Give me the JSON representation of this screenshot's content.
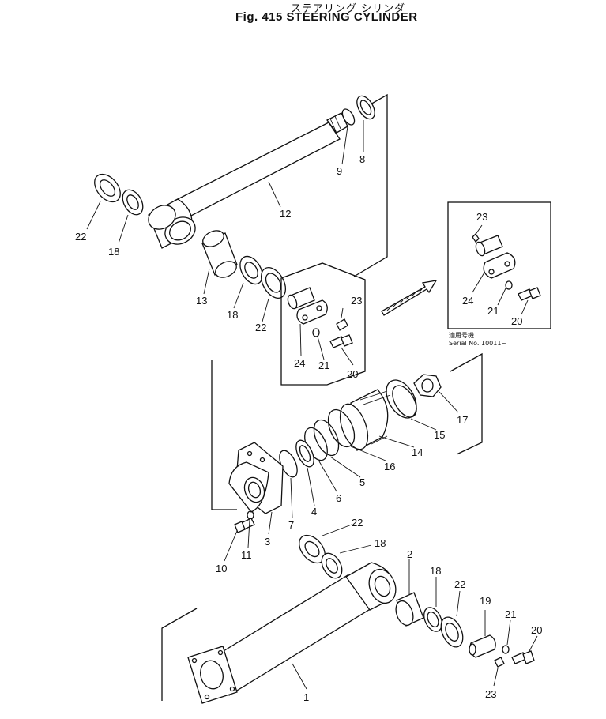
{
  "title": {
    "japanese": "ステアリング シリンダ",
    "english": "Fig. 415 STEERING CYLINDER"
  },
  "inset_note": {
    "applicable_label": "適用号機",
    "serial": "Serial No. 10011~"
  },
  "part_labels": [
    {
      "id": "p1",
      "text": "1"
    },
    {
      "id": "p2",
      "text": "2"
    },
    {
      "id": "p3",
      "text": "3"
    },
    {
      "id": "p4",
      "text": "4"
    },
    {
      "id": "p5",
      "text": "5"
    },
    {
      "id": "p6",
      "text": "6"
    },
    {
      "id": "p7",
      "text": "7"
    },
    {
      "id": "p8",
      "text": "8"
    },
    {
      "id": "p9",
      "text": "9"
    },
    {
      "id": "p10",
      "text": "10"
    },
    {
      "id": "p11",
      "text": "11"
    },
    {
      "id": "p12",
      "text": "12"
    },
    {
      "id": "p13",
      "text": "13"
    },
    {
      "id": "p14",
      "text": "14"
    },
    {
      "id": "p15",
      "text": "15"
    },
    {
      "id": "p16",
      "text": "16"
    },
    {
      "id": "p17",
      "text": "17"
    },
    {
      "id": "p18a",
      "text": "18"
    },
    {
      "id": "p18b",
      "text": "18"
    },
    {
      "id": "p18c",
      "text": "18"
    },
    {
      "id": "p18d",
      "text": "18"
    },
    {
      "id": "p19",
      "text": "19"
    },
    {
      "id": "p20a",
      "text": "20"
    },
    {
      "id": "p20b",
      "text": "20"
    },
    {
      "id": "p20c",
      "text": "20"
    },
    {
      "id": "p21a",
      "text": "21"
    },
    {
      "id": "p21b",
      "text": "21"
    },
    {
      "id": "p21c",
      "text": "21"
    },
    {
      "id": "p22a",
      "text": "22"
    },
    {
      "id": "p22b",
      "text": "22"
    },
    {
      "id": "p22c",
      "text": "22"
    },
    {
      "id": "p22d",
      "text": "22"
    },
    {
      "id": "p23a",
      "text": "23"
    },
    {
      "id": "p23b",
      "text": "23"
    },
    {
      "id": "p23c",
      "text": "23"
    },
    {
      "id": "p24a",
      "text": "24"
    },
    {
      "id": "p24b",
      "text": "24"
    }
  ]
}
